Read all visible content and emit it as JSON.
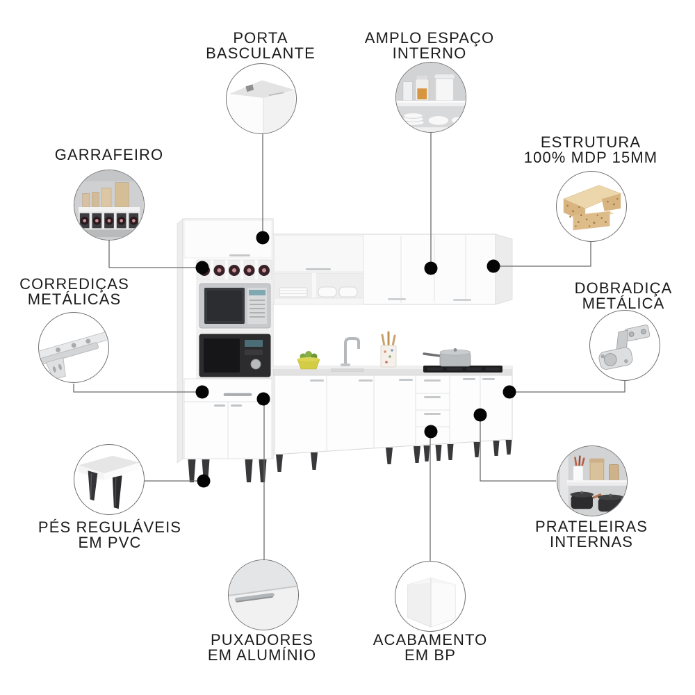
{
  "background": "#ffffff",
  "colors": {
    "label_text": "#1b1b1b",
    "connector_line": "#6b6b6b",
    "anchor_dot": "#050505",
    "circle_border": "#6f6f6f",
    "cabinet_white": "#fdfdfd",
    "cabinet_edge": "#d6d6d6",
    "countertop": "#e2e2e2",
    "foot_dark": "#39393b",
    "mdp_wood": "#ddbc8a"
  },
  "callouts": [
    {
      "id": "porta-basculante",
      "lines": [
        "PORTA",
        "BASCULANTE"
      ],
      "icon": "flip-door-icon"
    },
    {
      "id": "amplo-espaco-interno",
      "lines": [
        "AMPLO ESPAÇO",
        "INTERNO"
      ],
      "icon": "interior-space-icon"
    },
    {
      "id": "garrafeiro",
      "lines": [
        "GARRAFEIRO"
      ],
      "icon": "bottle-rack-icon"
    },
    {
      "id": "estrutura-mdp",
      "lines": [
        "ESTRUTURA",
        "100% MDP 15MM"
      ],
      "icon": "mdp-board-icon"
    },
    {
      "id": "corredicas-metalicas",
      "lines": [
        "CORREDIÇAS",
        "METÁLICAS"
      ],
      "icon": "drawer-slide-icon"
    },
    {
      "id": "dobradica-metalica",
      "lines": [
        "DOBRADIÇA",
        "METÁLICA"
      ],
      "icon": "metal-hinge-icon"
    },
    {
      "id": "pes-regulaveis",
      "lines": [
        "PÉS REGULÁVEIS",
        "EM PVC"
      ],
      "icon": "pvc-feet-icon"
    },
    {
      "id": "prateleiras-internas",
      "lines": [
        "PRATELEIRAS",
        "INTERNAS"
      ],
      "icon": "internal-shelves-icon"
    },
    {
      "id": "puxadores-aluminio",
      "lines": [
        "PUXADORES",
        "EM ALUMÍNIO"
      ],
      "icon": "aluminum-handle-icon"
    },
    {
      "id": "acabamento-bp",
      "lines": [
        "ACABAMENTO",
        "EM BP"
      ],
      "icon": "bp-finish-icon"
    }
  ]
}
